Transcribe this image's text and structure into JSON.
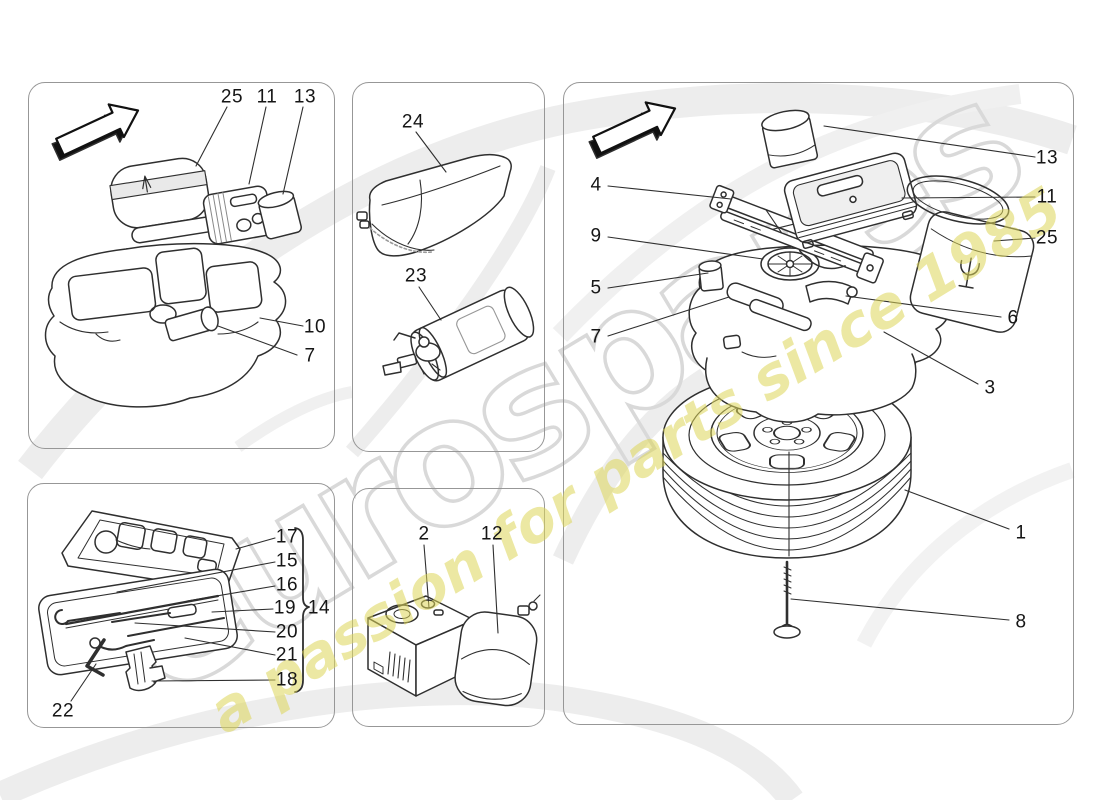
{
  "watermark": {
    "brand": "eurospares",
    "tagline": "a passion for parts since 1985",
    "brand_outline_color": "#d9d9d9",
    "tagline_color": "#dcd658",
    "swoosh_color": "#ededed"
  },
  "diagram": {
    "storage_tray": {
      "name": "luggage compartment tool tray",
      "callouts": {
        "25": "25",
        "11": "11",
        "13": "13",
        "10": "10",
        "7": "7"
      }
    },
    "bag_extinguisher": {
      "name": "tool bag and fire extinguisher",
      "callouts": {
        "24": "24",
        "23": "23"
      }
    },
    "spare_wheel_kit": {
      "name": "spare wheel assembly",
      "callouts": {
        "13": "13",
        "11": "11",
        "25": "25",
        "4": "4",
        "9": "9",
        "5": "5",
        "7": "7",
        "6": "6",
        "3": "3",
        "1": "1",
        "8": "8"
      }
    },
    "tool_kit": {
      "name": "tool kit case",
      "callouts": {
        "17": "17",
        "15": "15",
        "16": "16",
        "19": "19",
        "14": "14",
        "20": "20",
        "21": "21",
        "18": "18",
        "22": "22"
      }
    },
    "compressor_kit": {
      "name": "air compressor and bag",
      "callouts": {
        "2": "2",
        "12": "12"
      }
    }
  }
}
